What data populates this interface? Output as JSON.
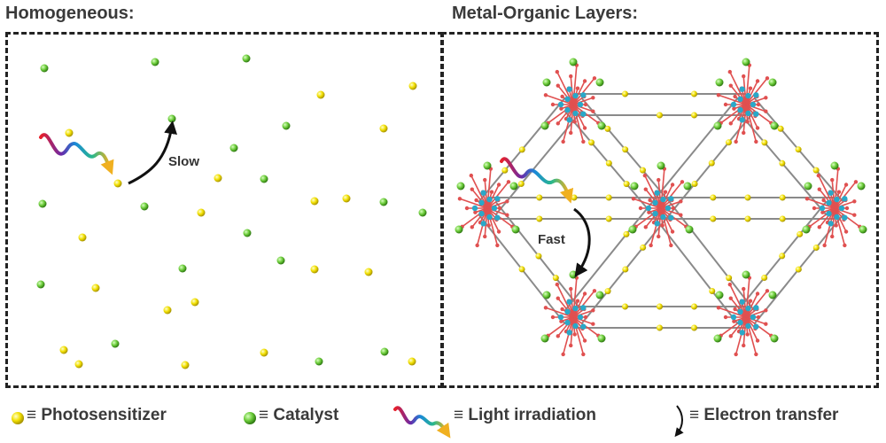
{
  "panels": {
    "left_title": "Homogeneous:",
    "right_title": "Metal-Organic Layers:",
    "slow_label": "Slow",
    "fast_label": "Fast"
  },
  "legend": {
    "photosensitizer": "≡ Photosensitizer",
    "catalyst": "≡ Catalyst",
    "light": "≡ Light irradiation",
    "electron": "≡ Electron transfer"
  },
  "colors": {
    "photosensitizer": "#e8d400",
    "catalyst": "#5cbf2a",
    "framework_bond": "#e05050",
    "metal_node": "#2aa8c8",
    "linker": "#8a8a8a"
  },
  "icons": {
    "photosensitizer": "yellow-sphere-icon",
    "catalyst": "green-sphere-icon",
    "light": "rainbow-wave-icon",
    "electron": "curved-arrow-icon"
  }
}
